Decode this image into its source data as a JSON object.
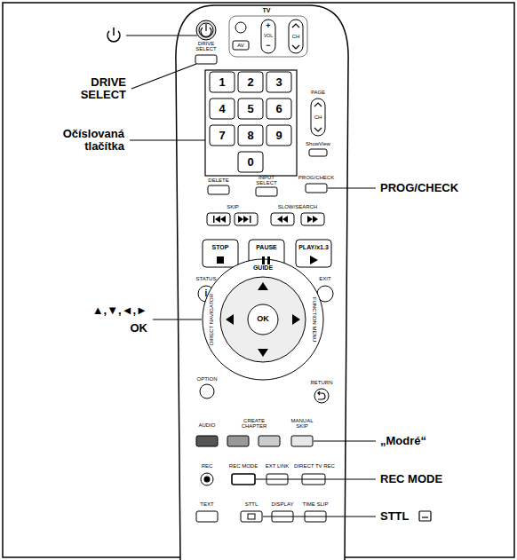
{
  "diagram": {
    "labels": [
      "DRIVE SELECT",
      "Očíslovaná tlačítka",
      "▲,▼,◄,►",
      "OK",
      "PROG/CHECK",
      "„Modré“",
      "REC MODE",
      "STTL",
      "TV",
      "AV",
      "+",
      "VOL",
      "−",
      "CH",
      "DRIVE SELECT",
      "1",
      "2",
      "3",
      "4",
      "5",
      "6",
      "7",
      "8",
      "9",
      "0",
      "PAGE",
      "CH",
      "ShowView",
      "DELETE",
      "INPUT SELECT",
      "PROG/CHECK",
      "SKIP",
      "SLOW/SEARCH",
      "STOP",
      "PAUSE",
      "PLAY/x1.3",
      "STATUS",
      "i",
      "EXIT",
      "GUIDE",
      "DIRECT NAVIGATOR",
      "FUNCTION MENU",
      "OK",
      "OPTION",
      "RETURN",
      "AUDIO",
      "CREATE CHAPTER",
      "MANUAL SKIP",
      "REC",
      "REC MODE",
      "EXT LINK",
      "DIRECT TV REC",
      "TEXT",
      "STTL",
      "DISPLAY",
      "TIME SLIP"
    ]
  }
}
